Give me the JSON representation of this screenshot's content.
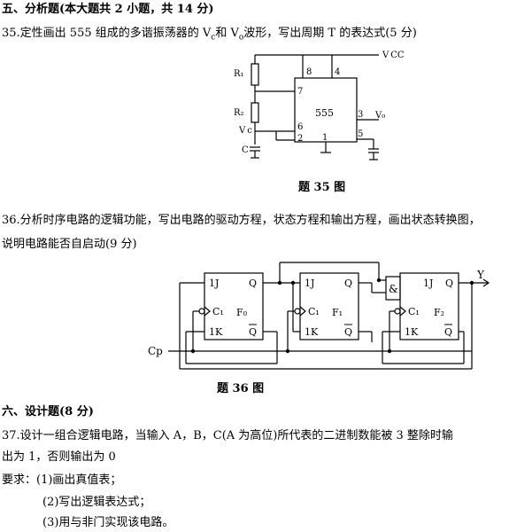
{
  "section5": {
    "heading": "五、分析题(本大题共 2 小题，共 14 分)",
    "q35": {
      "text": "35.定性画出 555 组成的多谐振荡器的 V",
      "sub_c": "c",
      "and": "和 V",
      "sub_o": "o",
      "rest": "波形，写出周期 T 的表达式(5 分)",
      "figure": {
        "caption": "题 35 图",
        "chip_label": "555",
        "labels": {
          "vcc": "V CC",
          "r1": "R₁",
          "r2": "R₂",
          "vc": "V c",
          "c": "C",
          "v0": "V₀",
          "pin8": "8",
          "pin4": "4",
          "pin7": "7",
          "pin6": "6",
          "pin2": "2",
          "pin1": "1",
          "pin3": "3",
          "pin5": "5"
        }
      }
    },
    "q36": {
      "line1": "36.分析时序电路的逻辑功能，写出电路的驱动方程，状态方程和输出方程，画出状态转换图，",
      "line2": "说明电路能否自启动(9 分)",
      "figure": {
        "caption": "题 36 图",
        "cp": "Cp",
        "y": "Y",
        "and_gate": "&",
        "ff": [
          {
            "j": "1J",
            "k": "1K",
            "c": "C₁",
            "name": "F₀",
            "q": "Q",
            "qb": "Q"
          },
          {
            "j": "1J",
            "k": "1K",
            "c": "C₁",
            "name": "F₁",
            "q": "Q",
            "qb": "Q"
          },
          {
            "j": "1J",
            "k": "1K",
            "c": "C₁",
            "name": "F₂",
            "q": "Q",
            "qb": "Q"
          }
        ]
      }
    }
  },
  "section6": {
    "heading": "六、设计题(8 分)",
    "q37_line1": "37.设计一组合逻辑电路，当输入 A，B，C(A 为高位)所代表的二进制数能被 3 整除时输",
    "q37_line2": "出为 1，否则输出为 0",
    "req_label": "要求：(1)画出真值表；",
    "req2": "(2)写出逻辑表达式；",
    "req3": "(3)用与非门实现该电路。"
  }
}
